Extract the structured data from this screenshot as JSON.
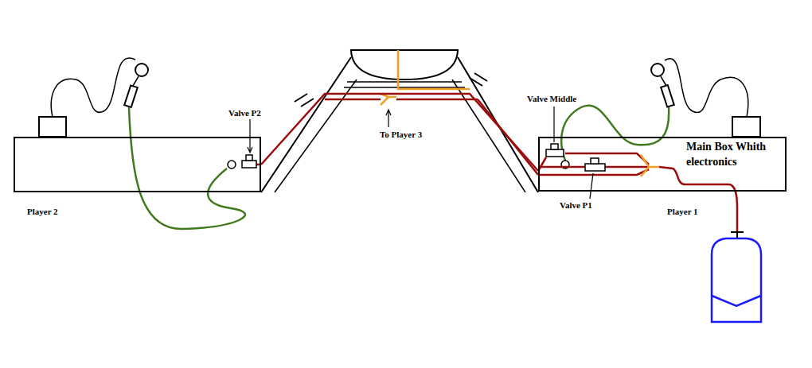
{
  "diagram": {
    "nodes": [
      {
        "text": [
          "Player 2"
        ]
      },
      {
        "text": [
          "Player 1",
          "Main Box Whith electronics"
        ]
      }
    ],
    "edges": [
      {
        "from": 0,
        "to": 1,
        "arrow": "none"
      }
    ],
    "labels": [
      "Valve P2",
      "To Player 3",
      "Valve Middle",
      "Valve P1"
    ]
  }
}
